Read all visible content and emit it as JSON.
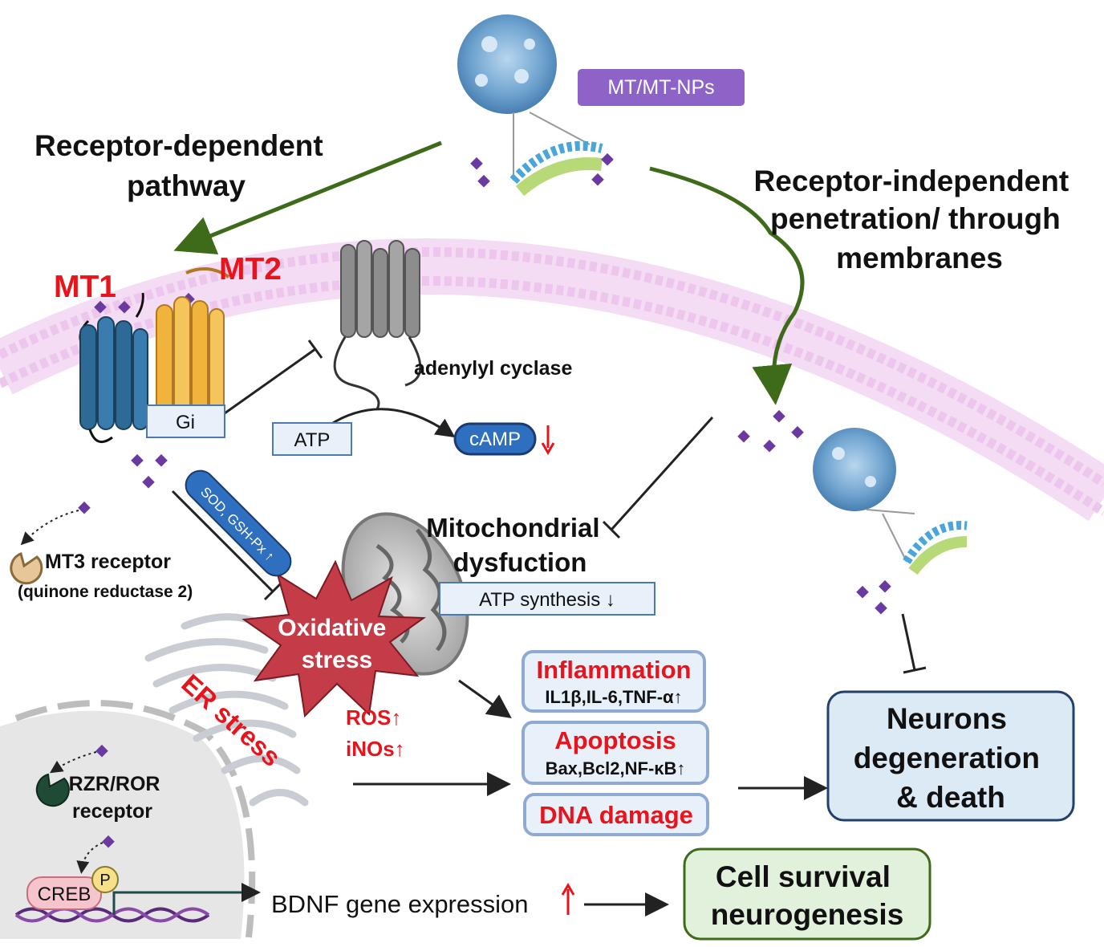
{
  "nanoparticle_label": "MT/MT-NPs",
  "pathways": {
    "receptor_dependent": [
      "Receptor-dependent",
      "pathway"
    ],
    "receptor_independent": [
      "Receptor-independent",
      "penetration/ through",
      "membranes"
    ]
  },
  "receptors": {
    "mt1": "MT1",
    "mt2": "MT2",
    "gi": "Gi",
    "adenylyl_cyclase": "adenylyl cyclase",
    "mt3": "MT3 receptor",
    "mt3_sub": "(quinone  reductase 2)",
    "rzr": [
      "RZR/ROR",
      "receptor"
    ]
  },
  "signaling": {
    "atp": "ATP",
    "camp": "cAMP",
    "sod": "SOD, GSH-Px ↑",
    "creb": "CREB",
    "phospho": "P",
    "bdnf": "BDNF gene expression"
  },
  "stress": {
    "mito_title": [
      "Mitochondrial",
      "dysfuction"
    ],
    "atp_synthesis": "ATP synthesis ↓",
    "oxidative": [
      "Oxidative",
      "stress"
    ],
    "er_stress": "ER stress",
    "ros": "ROS↑",
    "inos": "iNOs↑"
  },
  "outcomes": {
    "inflammation": "Inflammation",
    "inflammation_markers": "IL1β,IL-6,TNF-α↑",
    "apoptosis": "Apoptosis",
    "apoptosis_markers": "Bax,Bcl2,NF-κB↑",
    "dna_damage": "DNA damage",
    "neurons": [
      "Neurons",
      "degeneration",
      "& death"
    ],
    "survival": [
      "Cell survival",
      "neurogenesis"
    ]
  },
  "colors": {
    "green_arrow": "#3d6b1a",
    "red_text": "#e8141c",
    "mt1_receptor": "#2e6a96",
    "mt2_receptor": "#f0b43c",
    "ligand": "#6a3aa0",
    "membrane": "#ecc6ec",
    "star": "#c43c48"
  }
}
